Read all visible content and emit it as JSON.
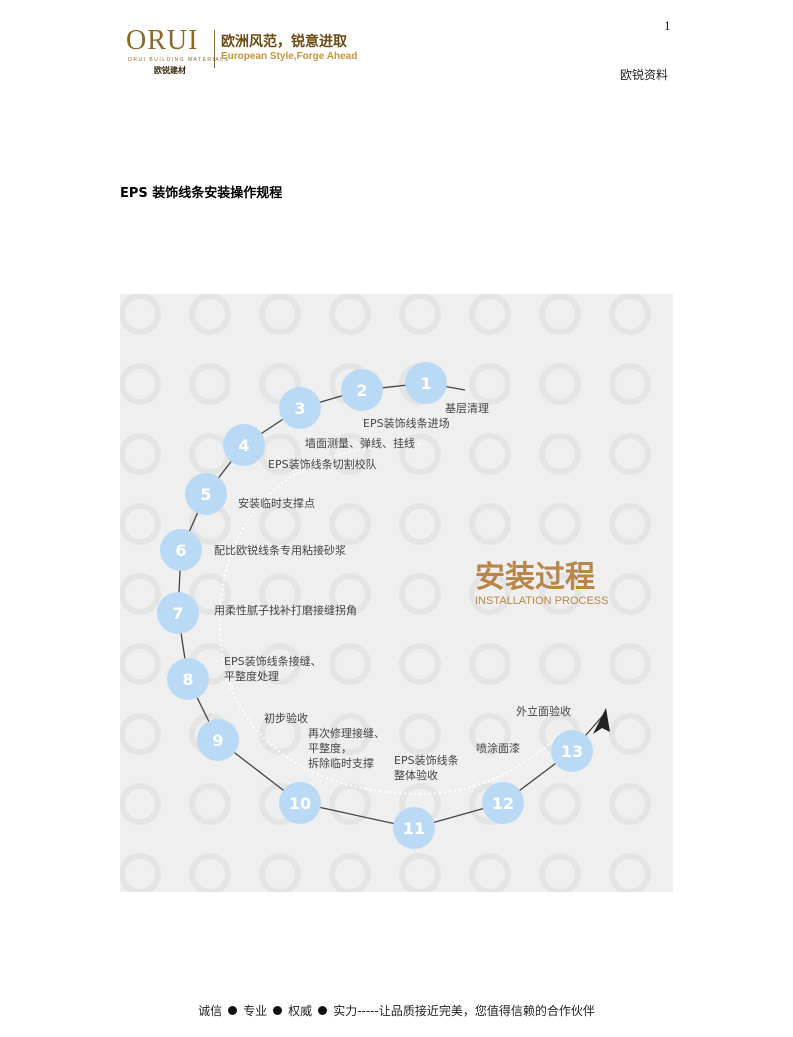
{
  "page_number": "1",
  "logo": {
    "word": "ORUI",
    "sub": "ORUI BUILDING MATERIALS",
    "cn": "欧锐建材",
    "slogan": "欧洲风范，锐意进取",
    "slogan_en": "European Style,Forge Ahead"
  },
  "header_right": "欧锐资料",
  "title": "EPS 装饰线条安装操作规程",
  "figure": {
    "heading_cn": "安装过程",
    "heading_en": "INSTALLATION PROCESS",
    "colors": {
      "circle": "#b9d9f4",
      "heading": "#b8864a",
      "line": "#444444"
    },
    "steps": [
      {
        "num": "1",
        "lines": [
          "基层清理"
        ]
      },
      {
        "num": "2",
        "lines": [
          "EPS装饰线条进场"
        ]
      },
      {
        "num": "3",
        "lines": [
          "墙面测量、弹线、挂线"
        ]
      },
      {
        "num": "4",
        "lines": [
          "EPS装饰线条切割校队"
        ]
      },
      {
        "num": "5",
        "lines": [
          "安装临时支撑点"
        ]
      },
      {
        "num": "6",
        "lines": [
          "配比欧锐线条专用粘接砂浆"
        ]
      },
      {
        "num": "7",
        "lines": [
          "用柔性腻子找补打磨接缝拐角"
        ]
      },
      {
        "num": "8",
        "lines": [
          "EPS装饰线条接缝、",
          "平整度处理"
        ]
      },
      {
        "num": "9",
        "lines": [
          "初步验收"
        ]
      },
      {
        "num": "10",
        "lines": [
          "再次修理接缝、",
          "平整度，",
          "拆除临时支撑"
        ]
      },
      {
        "num": "11",
        "lines": [
          "EPS装饰线条",
          "整体验收"
        ]
      },
      {
        "num": "12",
        "lines": [
          "喷涂面漆"
        ]
      },
      {
        "num": "13",
        "lines": [
          "外立面验收"
        ]
      }
    ]
  },
  "footer": {
    "items": [
      "诚信",
      "专业",
      "权威",
      "实力-----让品质接近完美，您值得信赖的合作伙伴"
    ]
  }
}
